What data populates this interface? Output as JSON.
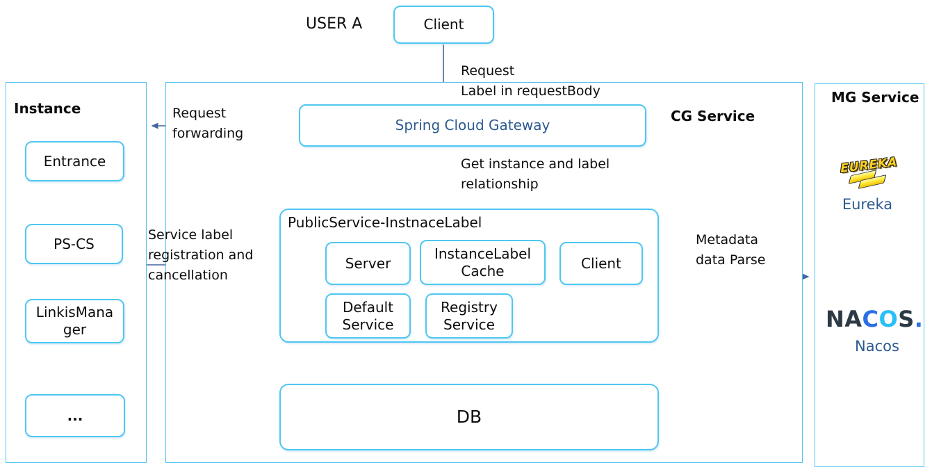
{
  "top": {
    "user_label": "USER A",
    "client": "Client"
  },
  "labels": {
    "request": "Request\nLabel in requestBody",
    "forwarding": "Request\nforwarding",
    "get_instance": "Get instance and label\nrelationship",
    "service_label": "Service label\nregistration and\ncancellation",
    "metadata": "Metadata\ndata Parse"
  },
  "instance_panel": {
    "title": "Instance",
    "items": [
      "Entrance",
      "PS-CS",
      "LinkisMana\nger",
      "..."
    ]
  },
  "cg_panel": {
    "title": "CG Service",
    "gateway": "Spring Cloud  Gateway",
    "public_service": {
      "title": "PublicService-InstnaceLabel",
      "row1": [
        "Server",
        "InstanceLabel\nCache",
        "Client"
      ],
      "row2": [
        "Default\nService",
        "Registry\nService"
      ]
    },
    "db": "DB"
  },
  "mg_panel": {
    "title": "MG Service",
    "eureka_logo_text": "EUREKA",
    "eureka_label": "Eureka",
    "nacos_parts": {
      "na": "NA",
      "c": "C",
      "o": "O",
      "s": "S",
      "dot": "."
    },
    "nacos_label": "Nacos"
  },
  "colors": {
    "box_border": "#4ec7f2",
    "panel_border": "#52c3ee",
    "arrow": "#44679e",
    "gateway_text": "#2e5b8f",
    "label_blue": "#2e5b8f",
    "eureka_yellow": "#ffd21f",
    "nacos_dark": "#2d3a46",
    "nacos_blue_deep": "#2b6fe4",
    "nacos_blue_light": "#29c1f5"
  }
}
